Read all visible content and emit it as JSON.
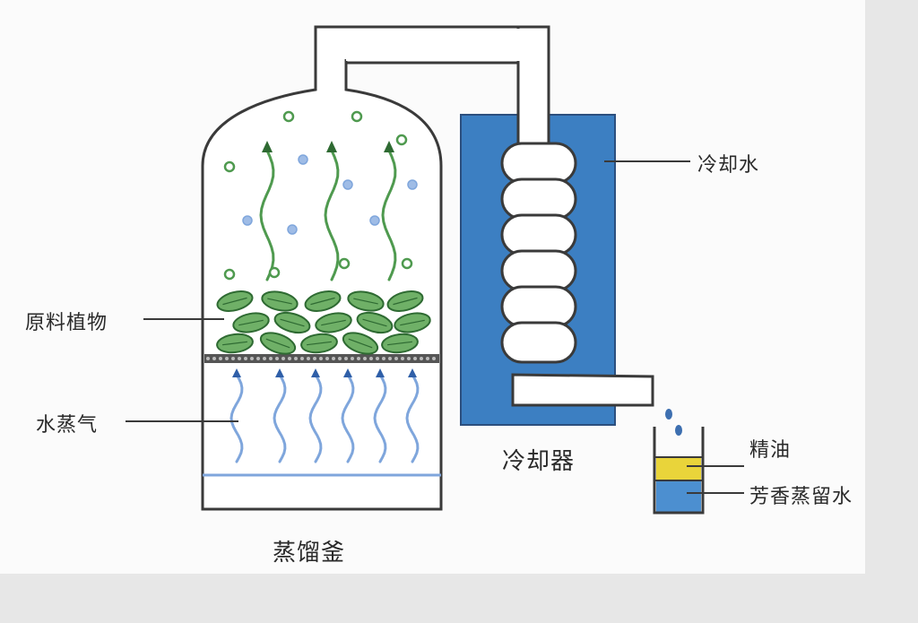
{
  "labels": {
    "raw_plant": "原料植物",
    "steam": "水蒸气",
    "still": "蒸馏釜",
    "condenser": "冷却器",
    "cooling_water": "冷却水",
    "essential_oil": "精油",
    "hydrosol": "芳香蒸留水"
  },
  "colors": {
    "vessel_outline": "#3a3a3a",
    "leaf_fill": "#6fb067",
    "leaf_edge": "#2e6a32",
    "steam_wave": "#7fa6dc",
    "vapor_wave": "#4f9a4f",
    "cooling_water": "#3c7fc2",
    "oil_layer": "#e9d43a",
    "water_layer": "#4c8fd0",
    "droplet": "#3d6fb0"
  }
}
